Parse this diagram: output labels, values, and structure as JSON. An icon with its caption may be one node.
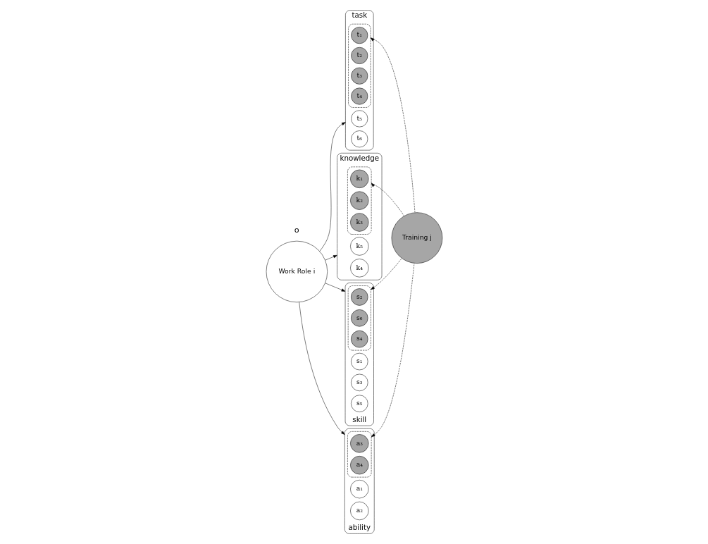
{
  "diagram": {
    "nodes": [
      {
        "text": [
          "Work Role i"
        ]
      },
      {
        "text": [
          "task"
        ]
      },
      {
        "text": [
          "t₅"
        ],
        "in": 1
      },
      {
        "text": [
          "t₆"
        ],
        "in": 1
      },
      {
        "text": [],
        "shape": "ellipse",
        "in": 1
      },
      {
        "text": [
          "t₁"
        ],
        "in": 4
      },
      {
        "text": [
          "t₂"
        ],
        "in": 4
      },
      {
        "text": [
          "t₃"
        ],
        "in": 4
      },
      {
        "text": [
          "t₄"
        ],
        "in": 4
      },
      {
        "text": [
          "knowledge"
        ]
      },
      {
        "text": [
          "k₅"
        ],
        "in": 9
      },
      {
        "text": [
          "k₄"
        ],
        "in": 9
      },
      {
        "text": [],
        "shape": "ellipse",
        "in": 9
      },
      {
        "text": [
          "k₁"
        ],
        "in": 12
      },
      {
        "text": [
          "k₂"
        ],
        "in": 12
      },
      {
        "text": [
          "k₃"
        ],
        "in": 12
      },
      {
        "text": [
          "Training j"
        ]
      },
      {
        "text": [
          "skill"
        ]
      },
      {
        "text": [],
        "shape": "ellipse",
        "in": 17
      },
      {
        "text": [
          "s₂"
        ],
        "in": 18
      },
      {
        "text": [
          "s₆"
        ],
        "in": 18
      },
      {
        "text": [
          "s₄"
        ],
        "in": 18
      },
      {
        "text": [
          "s₁"
        ],
        "in": 17
      },
      {
        "text": [
          "s₃"
        ],
        "in": 17
      },
      {
        "text": [
          "s₅"
        ],
        "in": 17
      },
      {
        "text": [
          "ability"
        ]
      },
      {
        "text": [],
        "shape": "ellipse",
        "in": 25
      },
      {
        "text": [
          "a₃"
        ],
        "in": 26
      },
      {
        "text": [
          "a₄"
        ],
        "in": 26
      },
      {
        "text": [
          "a₁"
        ],
        "in": 25
      },
      {
        "text": [
          "a₂"
        ],
        "in": 25
      }
    ],
    "edges": [
      {
        "from": 0,
        "to": 1,
        "arrow": "to"
      },
      {
        "from": 0,
        "to": 9,
        "arrow": "to"
      },
      {
        "from": 0,
        "to": 17,
        "arrow": "to"
      },
      {
        "from": 0,
        "to": 25,
        "arrow": "to"
      },
      {
        "from": 16,
        "to": 4,
        "arrow": "to",
        "style": "dashed"
      },
      {
        "from": 16,
        "to": 12,
        "arrow": "to",
        "style": "dashed"
      },
      {
        "from": 16,
        "to": 18,
        "arrow": "to",
        "style": "dashed"
      },
      {
        "from": 16,
        "to": 26,
        "arrow": "to",
        "style": "dashed"
      }
    ],
    "labels": [
      "o"
    ]
  }
}
